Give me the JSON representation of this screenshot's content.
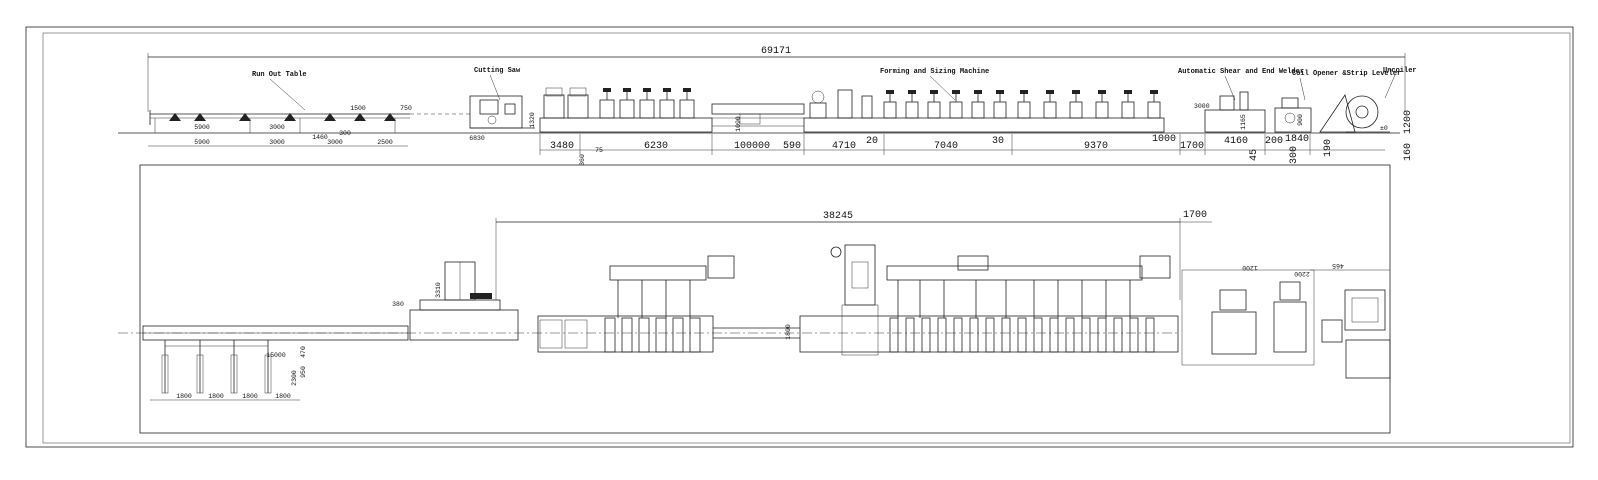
{
  "elevation": {
    "overall_length": "69171",
    "labels": {
      "run_out_table": "Run Out Table",
      "cutting_saw": "Cutting Saw",
      "forming_sizing": "Forming and Sizing Machine",
      "shear_welder": "Automatic Shear and End Welder",
      "coil_opener": "Coil Opener &Strip Leveler",
      "uncoiler": "Uncoiler"
    },
    "runout_dims_upper": [
      "5900",
      "3000",
      "1460",
      "300",
      "1500",
      "750"
    ],
    "runout_dims_lower": [
      "5900",
      "3000",
      "3000",
      "2500",
      "6830"
    ],
    "dims": [
      "3480",
      "75",
      "6230",
      "100000",
      "590",
      "4710",
      "20",
      "7040",
      "30",
      "9370",
      "1000",
      "1700",
      "4160",
      "200",
      "1840",
      "300",
      "45",
      "190",
      "160",
      "1200"
    ],
    "vertical_dims": [
      "360",
      "1090",
      "1165",
      "1320",
      "900"
    ],
    "annotation": "±0",
    "small_label": "3000"
  },
  "plan": {
    "overall_length": "38245",
    "right_dim": "1700",
    "table_length": "15000",
    "table_spacings": [
      "1800",
      "1800",
      "1800",
      "1800"
    ],
    "dims": [
      "470",
      "950",
      "2300",
      "1800",
      "3310",
      "380",
      "1200",
      "2200",
      "465"
    ]
  }
}
